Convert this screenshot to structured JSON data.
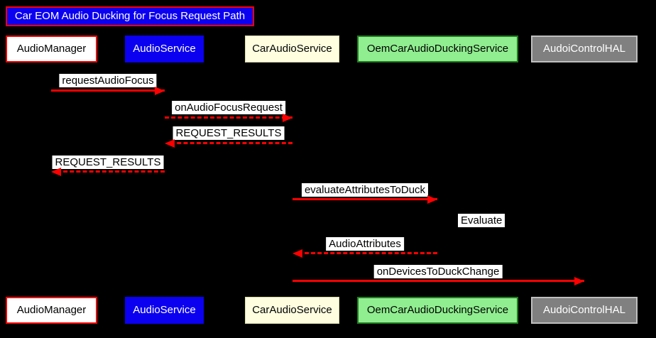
{
  "diagram": {
    "title": "Car EOM Audio Ducking for Focus Request Path",
    "type": "sequence-diagram",
    "participants": [
      {
        "label": "AudioManager",
        "fill": "#ffffff",
        "border": "#ff0000",
        "text_color": "#000000"
      },
      {
        "label": "AudioService",
        "fill": "#0b00f0",
        "border": "#0b00f0",
        "text_color": "#ffffff"
      },
      {
        "label": "CarAudioService",
        "fill": "#ffffe0",
        "border": "#d9d9a8",
        "text_color": "#000000"
      },
      {
        "label": "OemCarAudioDuckingService",
        "fill": "#90ee90",
        "border": "#1f7d1f",
        "text_color": "#000000"
      },
      {
        "label": "AudoiControlHAL",
        "fill": "#808080",
        "border": "#bfbfbf",
        "text_color": "#ffffff"
      }
    ],
    "messages": [
      {
        "label": "requestAudioFocus",
        "from": "AudioManager",
        "to": "AudioService",
        "line": "solid",
        "direction": "right"
      },
      {
        "label": "onAudioFocusRequest",
        "from": "AudioService",
        "to": "CarAudioService",
        "line": "dashed",
        "direction": "right"
      },
      {
        "label": "REQUEST_RESULTS",
        "from": "CarAudioService",
        "to": "AudioService",
        "line": "dashed",
        "direction": "left"
      },
      {
        "label": "REQUEST_RESULTS",
        "from": "AudioService",
        "to": "AudioManager",
        "line": "dashed",
        "direction": "left"
      },
      {
        "label": "evaluateAttributesToDuck",
        "from": "CarAudioService",
        "to": "OemCarAudioDuckingService",
        "line": "solid",
        "direction": "right"
      },
      {
        "label": "Evaluate",
        "from": "OemCarAudioDuckingService",
        "to": "OemCarAudioDuckingService",
        "line": "self",
        "direction": "none"
      },
      {
        "label": "AudioAttributes",
        "from": "OemCarAudioDuckingService",
        "to": "CarAudioService",
        "line": "dashed",
        "direction": "left"
      },
      {
        "label": "onDevicesToDuckChange",
        "from": "CarAudioService",
        "to": "AudoiControlHAL",
        "line": "solid",
        "direction": "right"
      }
    ],
    "colors": {
      "background": "#000000",
      "arrow": "#fe0000",
      "label_bg": "#ffffff",
      "label_text": "#000000",
      "title_bg": "#0b00f0",
      "title_border": "#ff0000",
      "title_text": "#ffffff"
    }
  }
}
